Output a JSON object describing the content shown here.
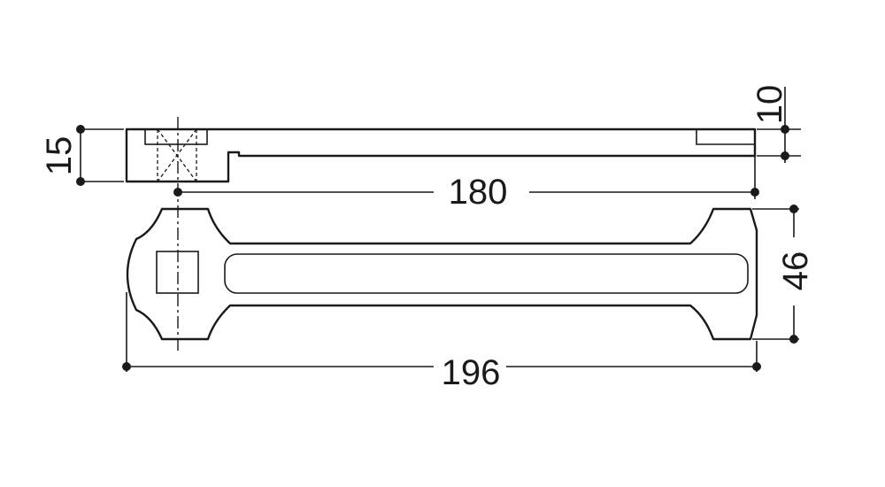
{
  "dimensions": {
    "thickness": "15",
    "hole_to_end": "180",
    "end_width": "46",
    "overall_length": "196",
    "end_step": "10"
  },
  "colors": {
    "line": "#1a1a1a",
    "background": "#ffffff"
  }
}
